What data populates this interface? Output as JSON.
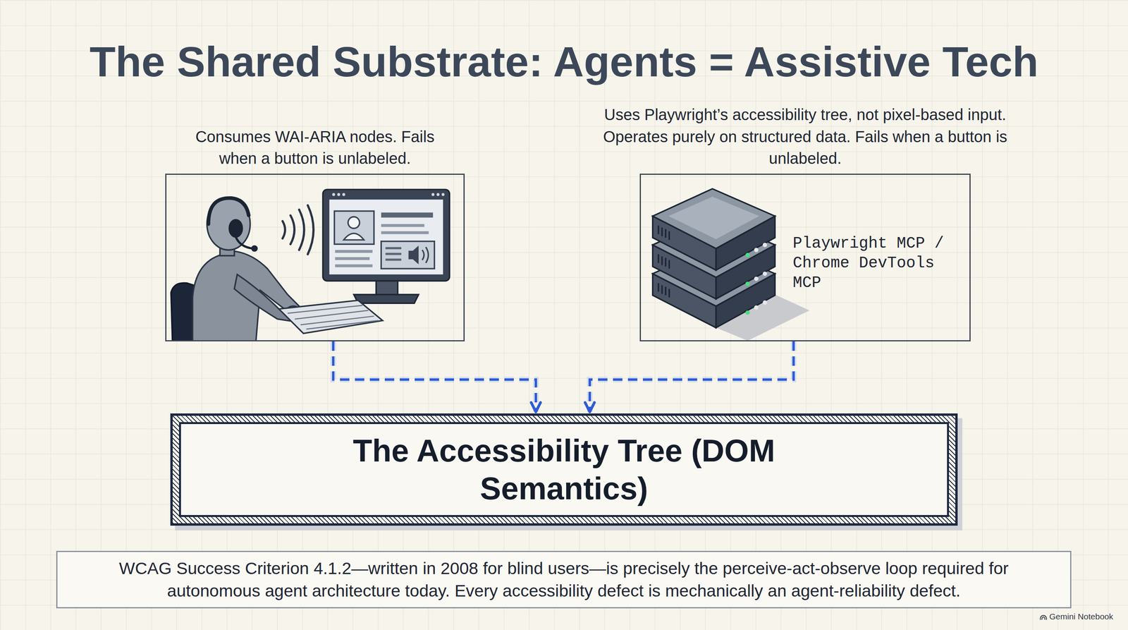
{
  "diagram": {
    "title": "The Shared Substrate: Agents = Assistive Tech",
    "nodes": [
      {
        "text": [
          "Consumes WAI-ARIA nodes. Fails when a button is unlabeled."
        ]
      },
      {
        "text": [
          "Uses Playwright’s accessibility tree, not pixel-based input. Operates purely on structured data. Fails when a button is unlabeled.",
          "Playwright MCP / Chrome DevTools MCP"
        ]
      },
      {
        "text": [
          "The Accessibility Tree (DOM Semantics)"
        ]
      },
      {
        "text": [
          "WCAG Success Criterion 4.1.2—written in 2008 for blind users—is precisely the perceive-act-observe loop required for autonomous agent architecture today. Every accessibility defect is mechanically an agent-reliability defect."
        ]
      }
    ],
    "edges": [
      {
        "from": 0,
        "to": 2,
        "arrow": "to"
      },
      {
        "from": 1,
        "to": 2,
        "arrow": "to"
      }
    ],
    "labels": [
      "Gemini Notebook"
    ]
  }
}
